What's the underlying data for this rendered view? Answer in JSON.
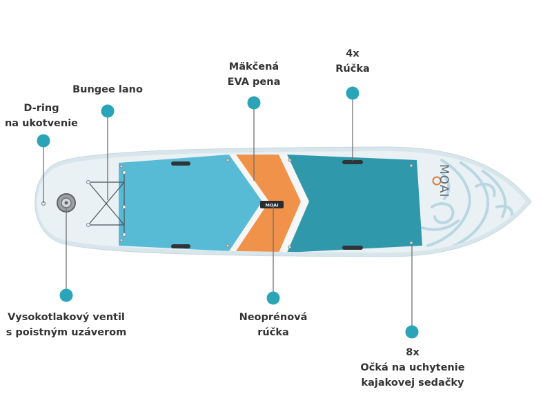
{
  "colors": {
    "accent_dot": "#2AA5B8",
    "leader_line": "#707070",
    "board_base": "#E9F1F4",
    "deck_light_blue": "#58BBD6",
    "deck_orange": "#F0924A",
    "deck_teal": "#2F98AA",
    "chevron_white": "#F6F6F6",
    "label_text": "#333333"
  },
  "board": {
    "logo_text": "MOAI"
  },
  "callouts": [
    {
      "id": "d-ring",
      "lines": [
        "D-ring",
        "na ukotvenie"
      ]
    },
    {
      "id": "bungee",
      "lines": [
        "Bungee lano"
      ]
    },
    {
      "id": "eva-pad",
      "lines": [
        "Mäkčená",
        "EVA pena"
      ]
    },
    {
      "id": "handles",
      "lines": [
        "4x",
        "Rúčka"
      ]
    },
    {
      "id": "valve",
      "lines": [
        "Vysokotlakový ventil",
        "s poistným uzáverom"
      ]
    },
    {
      "id": "neoprene-handle",
      "lines": [
        "Neoprénová",
        "rúčka"
      ]
    },
    {
      "id": "seat-rings",
      "lines": [
        "8x",
        "Očká na uchytenie",
        "kajakovej sedačky"
      ]
    }
  ]
}
